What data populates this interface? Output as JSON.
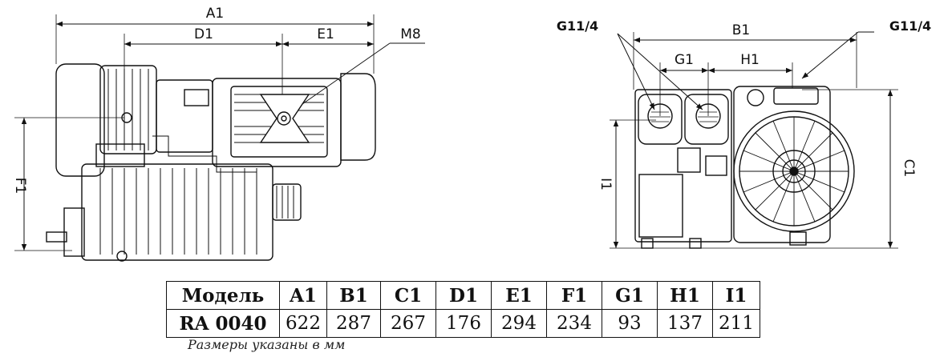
{
  "side_view": {
    "labels": {
      "a1": "A1",
      "d1": "D1",
      "e1": "E1",
      "m8": "M8",
      "f1": "F1"
    }
  },
  "front_view": {
    "labels": {
      "b1": "B1",
      "g1": "G1",
      "h1": "H1",
      "c1": "C1",
      "i1": "I1",
      "port_left": "G11/4",
      "port_right": "G11/4"
    }
  },
  "table": {
    "headers": [
      "Модель",
      "A1",
      "B1",
      "C1",
      "D1",
      "E1",
      "F1",
      "G1",
      "H1",
      "I1"
    ],
    "rows": [
      [
        "RA 0040",
        "622",
        "287",
        "267",
        "176",
        "294",
        "234",
        "93",
        "137",
        "211"
      ]
    ]
  },
  "caption": "Размеры указаны в мм"
}
